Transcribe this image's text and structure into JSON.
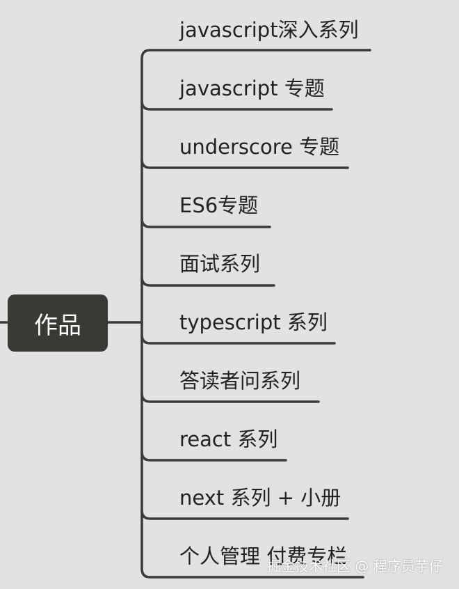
{
  "root": {
    "label": "作品"
  },
  "branches": [
    "javascript深入系列",
    "javascript 专题",
    "underscore 专题",
    "ES6专题",
    "面试系列",
    "typescript 系列",
    "答读者问系列",
    "react 系列",
    "next 系列 + 小册",
    "个人管理 付费专栏"
  ],
  "watermark": "掘金技术社区 @ 程序员芋仔",
  "colors": {
    "background": "#e2e2e2",
    "node": "#393a35",
    "line": "#3a3a3a",
    "text": "#222222"
  }
}
